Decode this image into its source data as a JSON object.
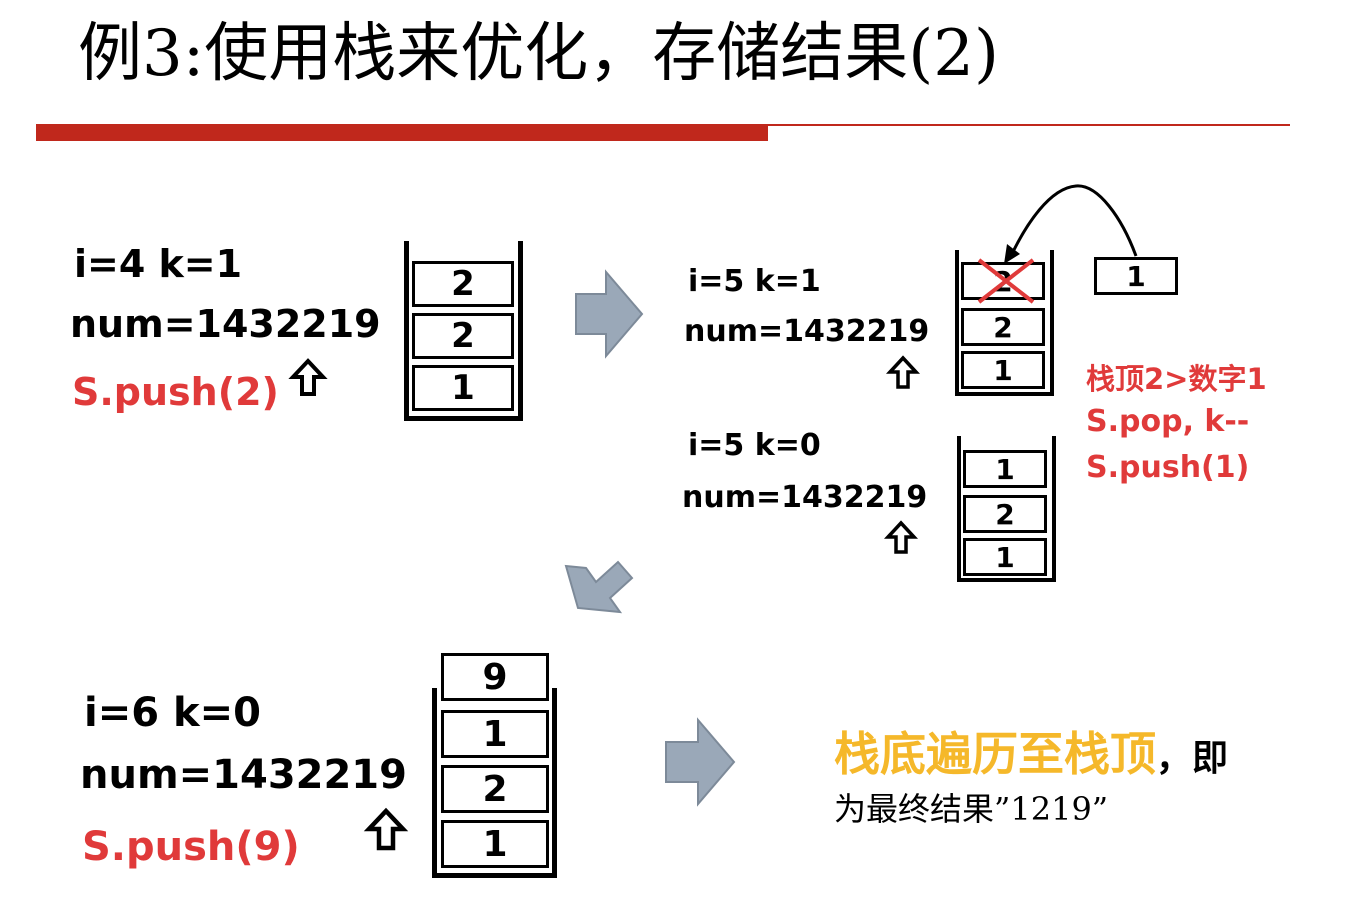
{
  "slide": {
    "title": "例3:使用栈来优化，存储结果(2)"
  },
  "steps": [
    {
      "i_k": "i=4   k=1",
      "num": "num=1432219",
      "action": "S.push(2)",
      "stack": [
        "2",
        "2",
        "1"
      ]
    },
    {
      "i_k": "i=5   k=1",
      "num": "num=1432219",
      "stack": [
        "2",
        "2",
        "1"
      ],
      "incoming": "1",
      "note": [
        "栈顶2>数字1",
        "S.pop, k--",
        "S.push(1)"
      ]
    },
    {
      "i_k": "i=5   k=0",
      "num": "num=1432219",
      "stack": [
        "1",
        "2",
        "1"
      ]
    },
    {
      "i_k": "i=6   k=0",
      "num": "num=1432219",
      "action": "S.push(9)",
      "stack": [
        "9",
        "1",
        "2",
        "1"
      ]
    }
  ],
  "result": {
    "highlight": "栈底遍历至栈顶",
    "comma_rest": "，即",
    "line2": "为最终结果”1219”"
  },
  "colors": {
    "accent_red": "#c0281c",
    "note_red": "#e03a3a",
    "gold": "#f5b82a",
    "arrow_fill": "#9aa8b8"
  },
  "icons": [
    "up-arrow-icon",
    "block-arrow-right-icon",
    "block-arrow-down-left-icon",
    "cross-icon",
    "curved-arrow-icon"
  ]
}
